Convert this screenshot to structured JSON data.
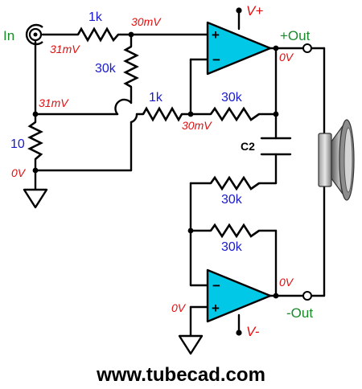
{
  "labels": {
    "in": "In",
    "plus_out": "+Out",
    "minus_out": "-Out",
    "v_plus": "V+",
    "v_minus": "V-",
    "website": "www.tubecad.com"
  },
  "components": {
    "r_input": "1k",
    "r_divider": "30k",
    "r_shunt": "10",
    "r_middle_1k": "1k",
    "r_feedback_top": "30k",
    "r_cross": "30k",
    "r_feedback_bottom": "30k",
    "cap": "C2"
  },
  "voltages": {
    "in_node": "31mV",
    "top_node": "30mV",
    "left_mid": "31mV",
    "middle_node": "30mV",
    "ground_node": "0V",
    "out_top": "0V",
    "out_bottom": "0V",
    "ground_bottom": "0V"
  },
  "opamp_pins": {
    "plus": "+",
    "minus": "−"
  },
  "colors": {
    "opamp_fill": "#00c8e6",
    "label_green": "#1a8a2a",
    "value_blue": "#1a1ad0",
    "voltage_red": "#e01010"
  }
}
